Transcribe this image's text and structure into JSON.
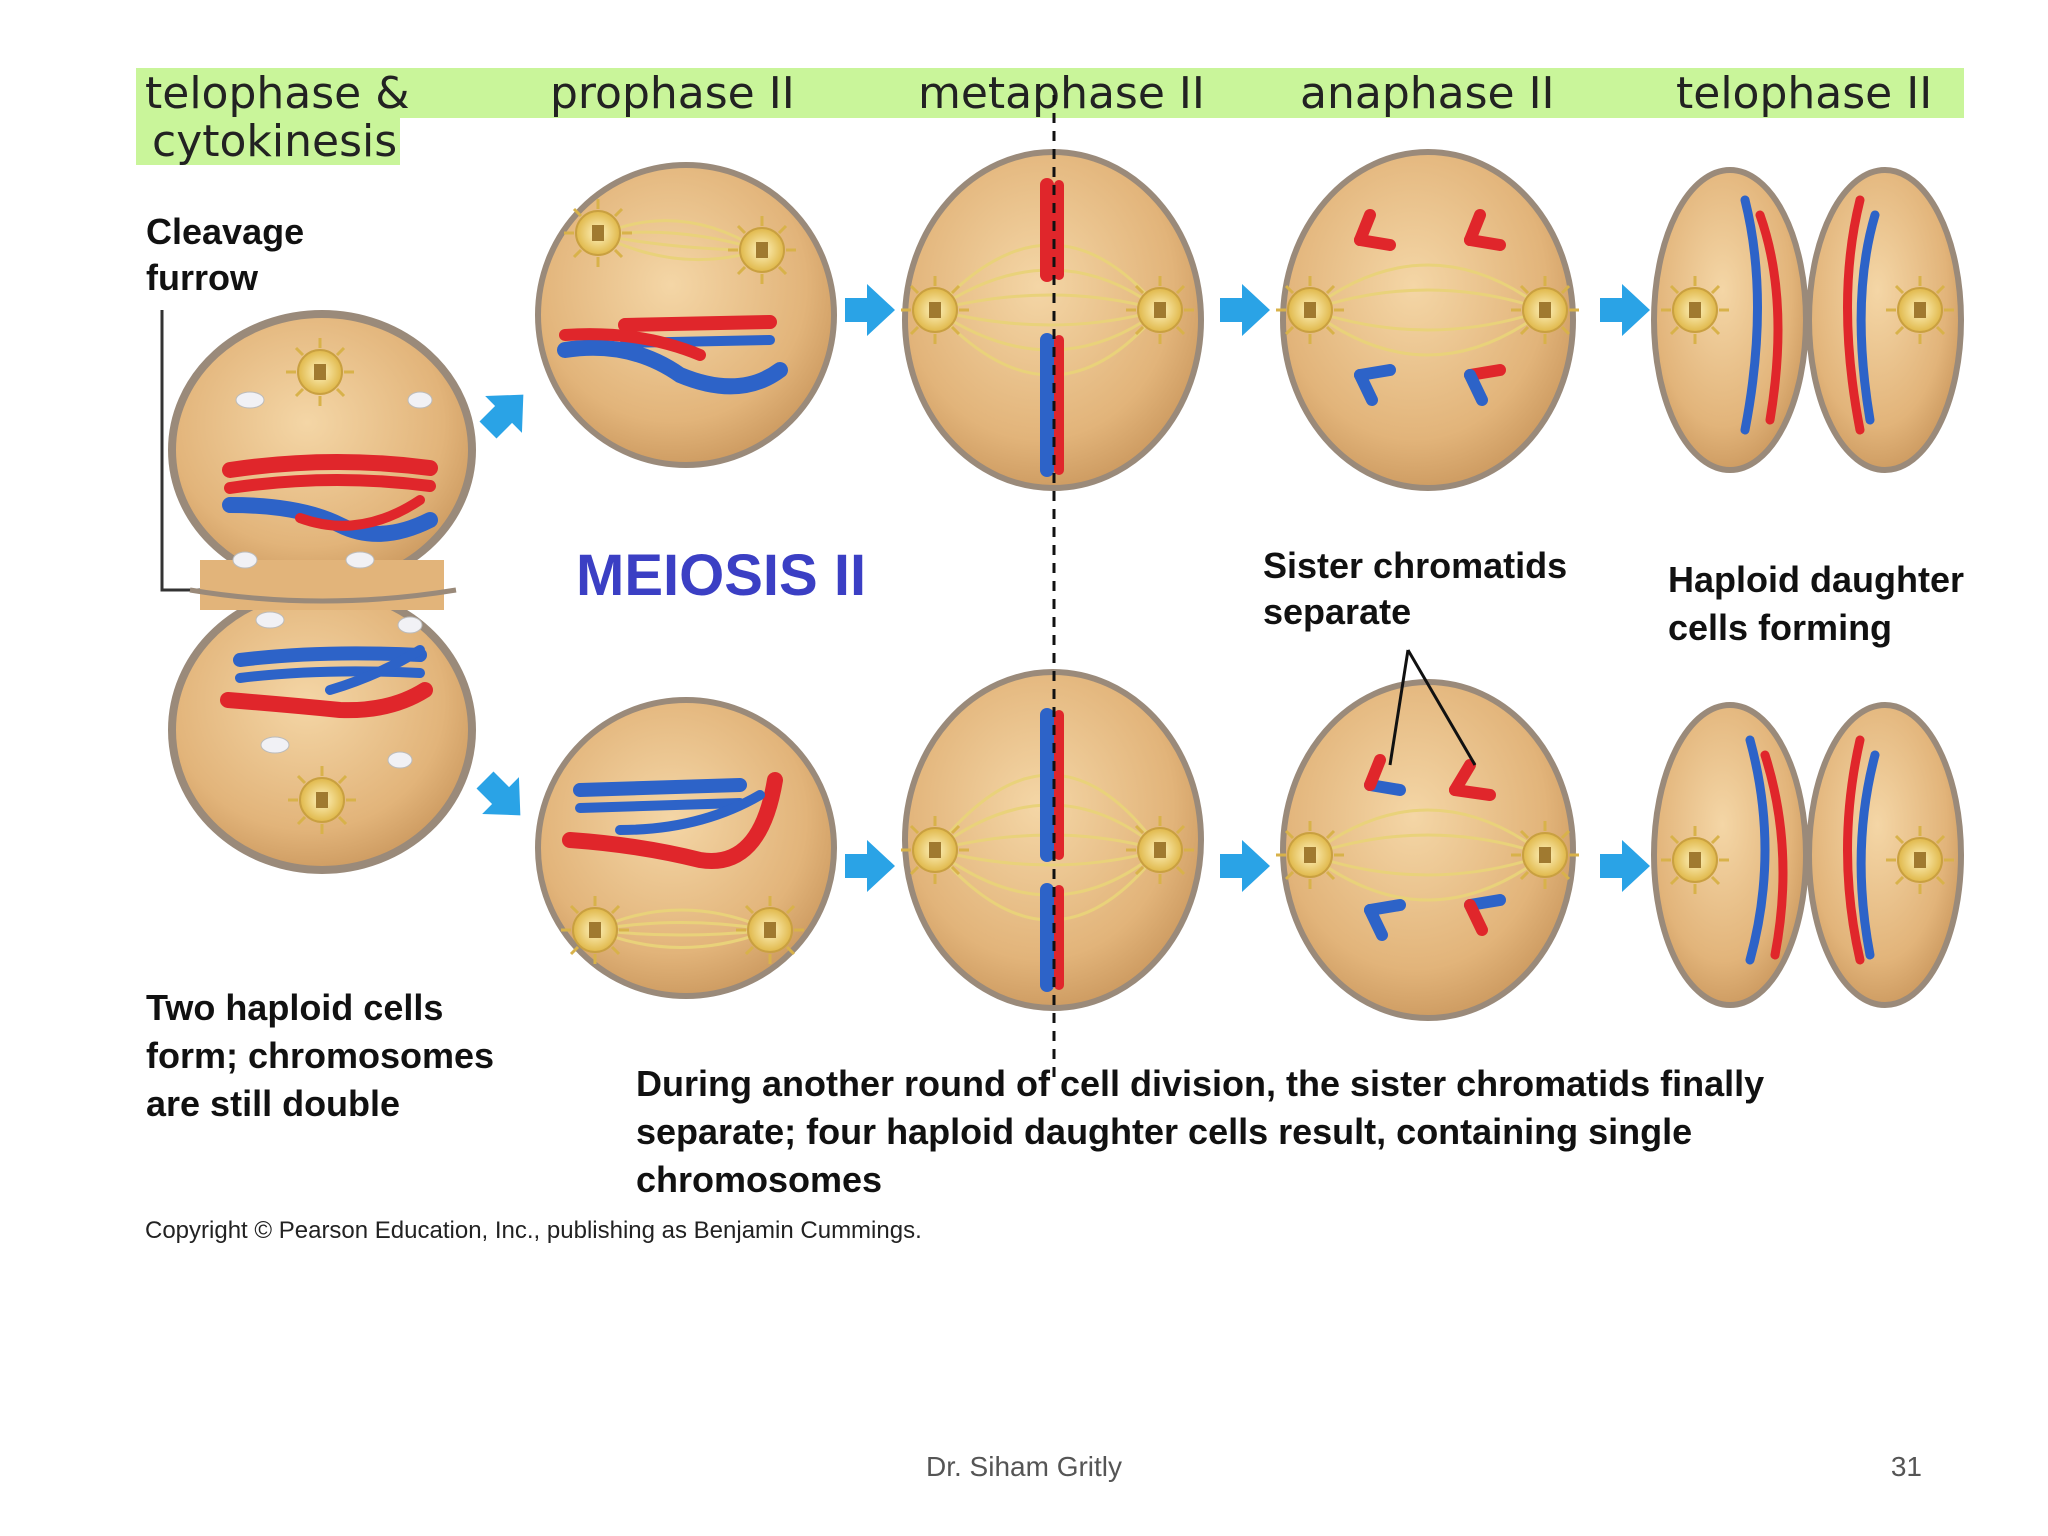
{
  "stages": {
    "telophase_cytokinesis_line1": "telophase &",
    "telophase_cytokinesis_line2": "cytokinesis",
    "prophase_ii": "prophase II",
    "metaphase_ii": "metaphase II",
    "anaphase_ii": "anaphase II",
    "telophase_ii": "telophase II"
  },
  "labels": {
    "cleavage_line1": "Cleavage",
    "cleavage_line2": "furrow",
    "meiosis_title": "MEIOSIS II",
    "sister_line1": "Sister chromatids",
    "sister_line2": "separate",
    "haploid_line1": "Haploid daughter",
    "haploid_line2": "cells forming",
    "two_haploid_line1": "Two haploid cells",
    "two_haploid_line2": "form; chromosomes",
    "two_haploid_line3": "are still double",
    "during_line1": "During another round of cell division, the sister chromatids finally",
    "during_line2": "separate; four haploid daughter cells result, containing single",
    "during_line3": "chromosomes",
    "copyright": "Copyright © Pearson Education, Inc., publishing as Benjamin Cummings."
  },
  "footer": {
    "author": "Dr. Siham Gritly",
    "page_number": "31"
  },
  "colors": {
    "band": "#c9f59a",
    "cell_fill": "#e5bb85",
    "cell_edge": "#9a8a7a",
    "spindle": "#e9d27a",
    "red": "#e0262b",
    "blue": "#2d63c8",
    "arrow": "#2aa3e6",
    "title": "#3b3fc4"
  }
}
